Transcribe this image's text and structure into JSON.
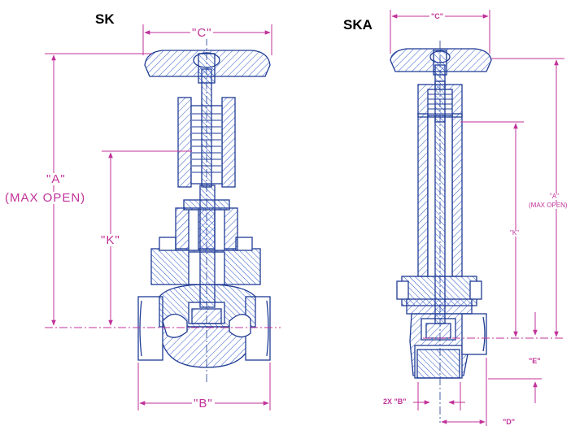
{
  "titles": {
    "sk": "SK",
    "ska": "SKA"
  },
  "sk_labels": {
    "c": "\"C\"",
    "a": "\"A\"",
    "max_open": "(MAX OPEN)",
    "k": "\"K\"",
    "b": "\"B\""
  },
  "ska_labels": {
    "c": "\"C\"",
    "a": "\"A\"",
    "max_open": "(MAX OPEN)",
    "k": "\"K\"",
    "e": "\"E\"",
    "b": "2X \"B\"",
    "d": "\"D\""
  },
  "colors": {
    "dimension": "#c1329a",
    "outline": "#1f3b94",
    "hatch": "#2b55c9",
    "title": "#000000"
  }
}
